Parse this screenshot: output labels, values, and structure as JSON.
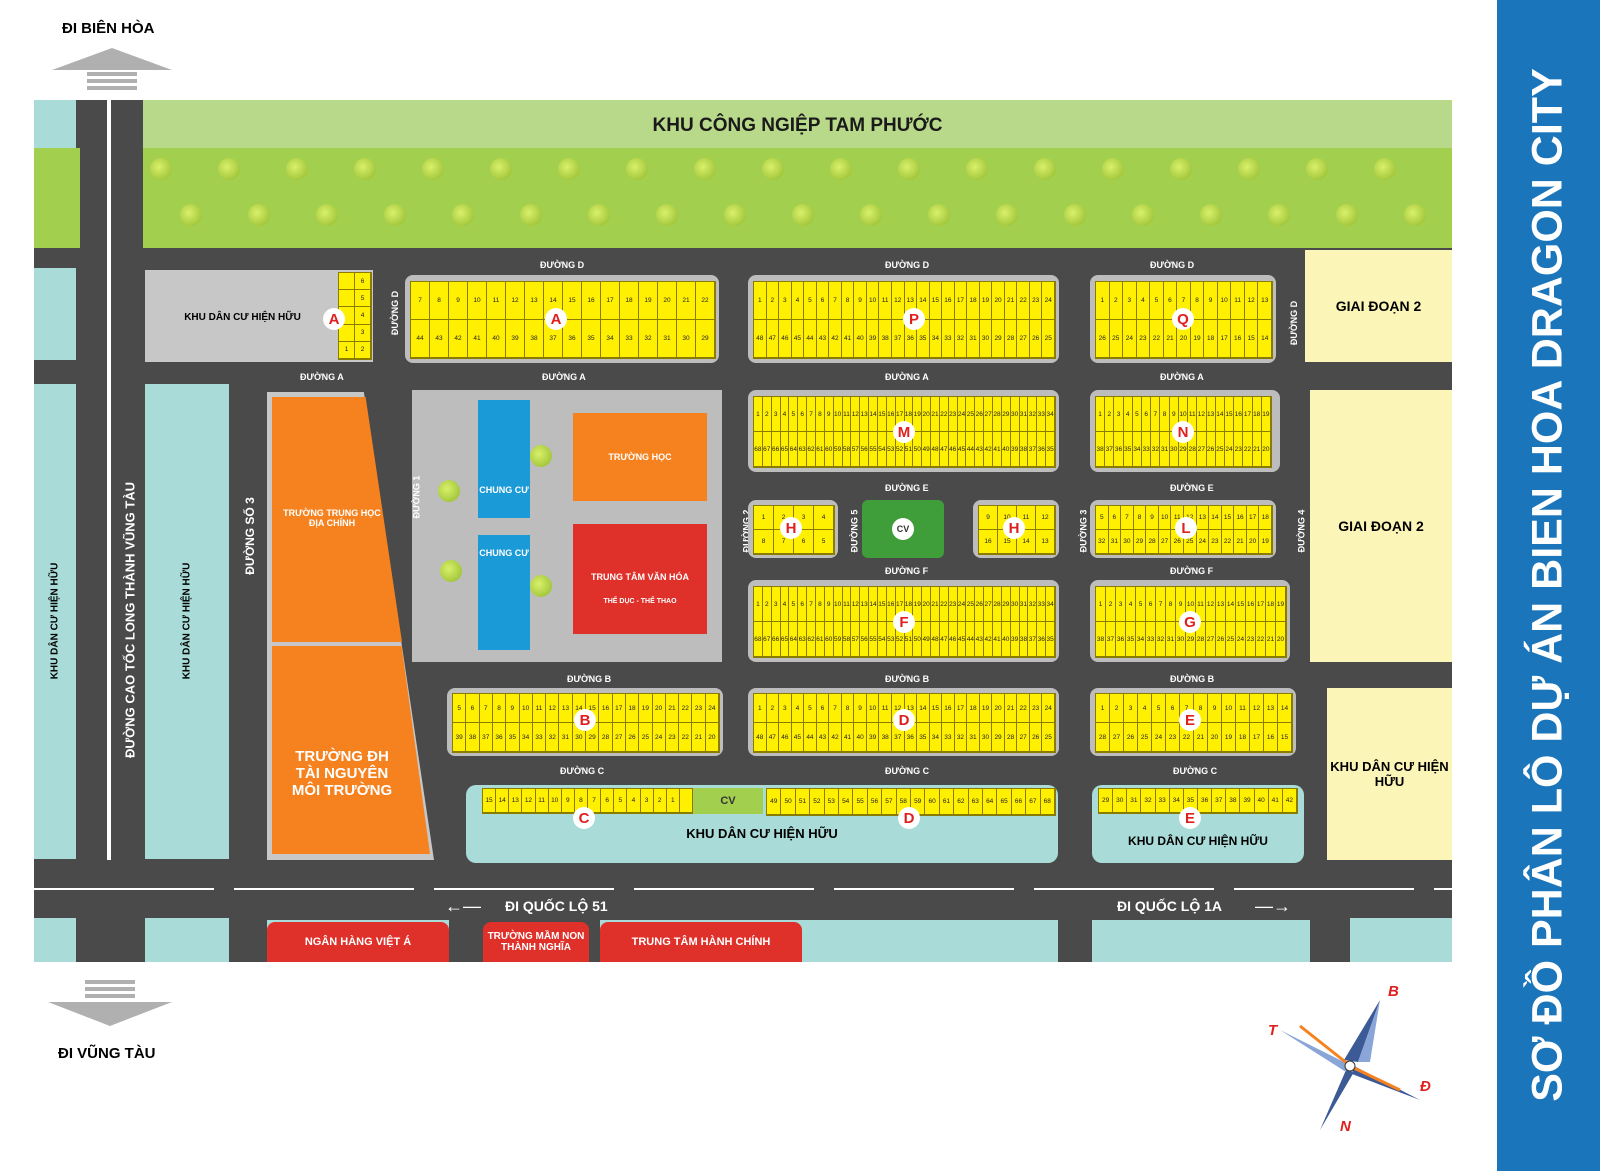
{
  "directions": {
    "north_top": "ĐI BIÊN HÒA",
    "south_bottom": "ĐI VŨNG TÀU",
    "ql51": "ĐI QUỐC LỘ 51",
    "ql1a": "ĐI QUỐC LỘ 1A"
  },
  "title": "SƠ ĐỒ PHÂN LÔ DỰ ÁN BIEN HOA DRAGON CITY",
  "park": "KHU CÔNG NGIỆP TAM PHƯỚC",
  "highway": "ĐƯỜNG CAO TỐC LONG THÀNH VŨNG TÀU",
  "roads": {
    "d": "ĐƯỜNG D",
    "a": "ĐƯỜNG A",
    "b": "ĐƯỜNG B",
    "c": "ĐƯỜNG C",
    "e": "ĐƯỜNG E",
    "f": "ĐƯỜNG F",
    "r1": "ĐƯỜNG 1",
    "r2": "ĐƯỜNG 2",
    "r3": "ĐƯỜNG 3",
    "r4": "ĐƯỜNG 4",
    "r5": "ĐƯỜNG 5",
    "so3": "ĐƯỜNG SỐ 3"
  },
  "zones": {
    "existing": "KHU DÂN CƯ HIỆN HỮU",
    "phase2": "GIAI ĐOẠN 2",
    "highschool": "TRƯỜNG TRUNG HỌC ĐỊA CHÍNH",
    "university": "TRƯỜNG ĐH TÀI NGUYÊN MÔI TRƯỜNG",
    "apartment": "CHUNG CƯ",
    "school": "TRƯỜNG HỌC",
    "culture": "TRUNG TÂM VĂN HÓA",
    "culture_sub": "THỂ DỤC - THỂ THAO",
    "park_cv": "CV",
    "bank": "NGÂN HÀNG VIỆT Á",
    "kindergarten": "TRƯỜNG MẦM NON THÀNH NGHĨA",
    "admin": "TRUNG TÂM HÀNH CHÍNH"
  },
  "compass": {
    "b": "B",
    "t": "T",
    "d": "Đ",
    "n": "N"
  },
  "block_letters": [
    "A",
    "A",
    "P",
    "Q",
    "M",
    "N",
    "H",
    "H",
    "L",
    "F",
    "G",
    "B",
    "D",
    "E",
    "C",
    "D",
    "E"
  ],
  "colors": {
    "road": "#4a4a4a",
    "lot": "#ffef00",
    "orange": "#f5821f",
    "red": "#e0302a",
    "blue": "#1a9ad6",
    "mint": "#a9dcd8",
    "cream": "#fbf5b8",
    "green": "#a3cf4e",
    "banner": "#1b75bb"
  }
}
